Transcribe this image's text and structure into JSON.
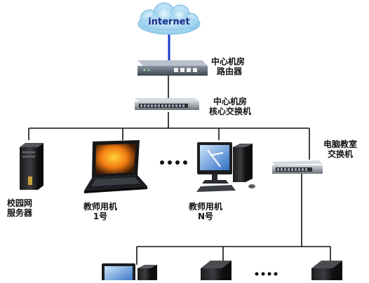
{
  "cloud": {
    "label": "internet"
  },
  "router": {
    "line1": "中心机房",
    "line2": "路由器"
  },
  "core_switch": {
    "line1": "中心机房",
    "line2": "核心交换机"
  },
  "server": {
    "line1": "校园网",
    "line2": "服务器"
  },
  "teacher1": {
    "line1": "教师用机",
    "line2": "1号"
  },
  "teacherN": {
    "line1": "教师用机",
    "line2": "N号"
  },
  "lab_switch": {
    "line1": "电脑教室",
    "line2": "交换机"
  },
  "colors": {
    "line": "#111111",
    "uplink": "#1a39c8",
    "cloud": "#9fd3ef",
    "device": "#3a3f4a",
    "screen": "#1e5fb8"
  }
}
